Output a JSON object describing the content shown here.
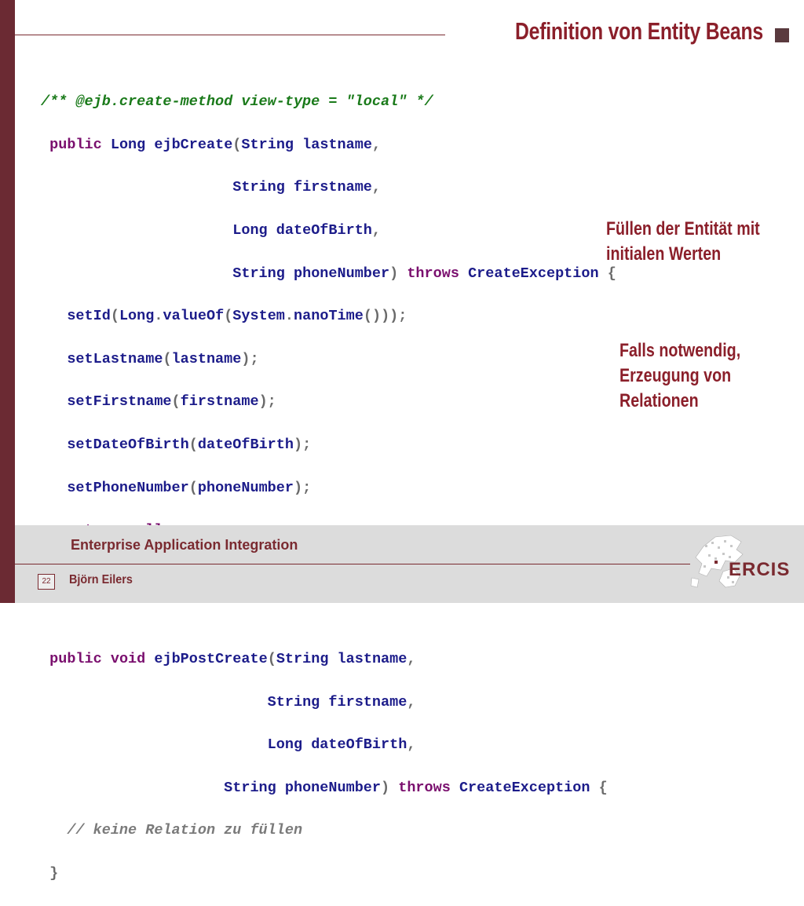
{
  "slide": {
    "title": "Definition von Entity Beans",
    "footer_title": "Enterprise Application Integration",
    "page_number": "22",
    "author": "Björn Eilers",
    "logo_text": "ERCIS"
  },
  "notes": {
    "note1_line1": "Füllen der Entität mit",
    "note1_line2": "initialen Werten",
    "note2_line1": "Falls notwendig,",
    "note2_line2": "Erzeugung von",
    "note2_line3": "Relationen"
  },
  "code": {
    "comment1": "/** @ejb.create-method view-type = \"local\" */",
    "public": "public",
    "void": "void",
    "throws": "throws",
    "return": "return",
    "null": "null",
    "Long": "Long",
    "String": "String",
    "ejbCreate": "ejbCreate",
    "ejbPostCreate": "ejbPostCreate",
    "lastname": "lastname",
    "firstname": "firstname",
    "dateOfBirth": "dateOfBirth",
    "phoneNumber": "phoneNumber",
    "CreateException": "CreateException",
    "setId": "setId",
    "valueOf": "valueOf",
    "System": "System",
    "nanoTime": "nanoTime",
    "setLastname": "setLastname",
    "setFirstname": "setFirstname",
    "setDateOfBirth": "setDateOfBirth",
    "setPhoneNumber": "setPhoneNumber",
    "comment2": "// keine Relation zu füllen"
  }
}
